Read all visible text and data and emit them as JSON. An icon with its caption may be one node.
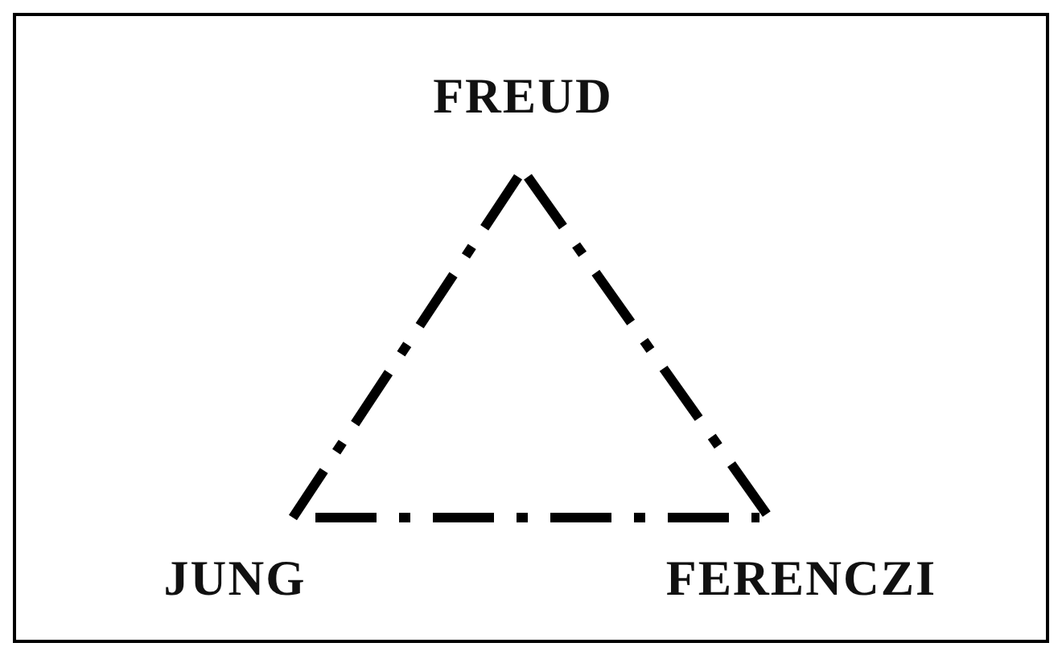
{
  "diagram": {
    "nodes": [
      {
        "text": [
          "FREUD"
        ]
      },
      {
        "text": [
          "JUNG"
        ]
      },
      {
        "text": [
          "FERENCZI"
        ]
      }
    ],
    "edges": [
      {
        "from": 0,
        "to": 1,
        "arrow": "none",
        "style": "dashed"
      },
      {
        "from": 0,
        "to": 2,
        "arrow": "none",
        "style": "dashed"
      },
      {
        "from": 1,
        "to": 2,
        "arrow": "none",
        "style": "dashed"
      }
    ]
  }
}
